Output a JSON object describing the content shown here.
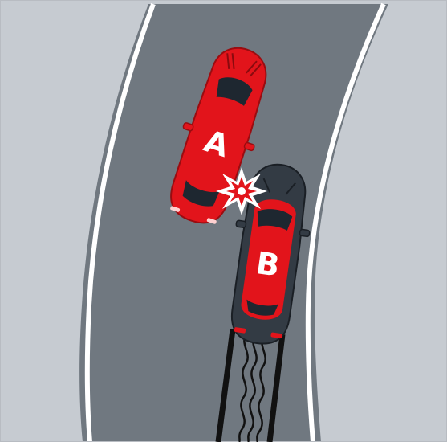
{
  "scene": {
    "description_type": "crash-diagram",
    "colors": {
      "verge": "#c6cbd1",
      "road": "#707880",
      "edge_line": "#ffffff",
      "car_a_body": "#e2141b",
      "car_b_body": "#333b44",
      "car_b_accent": "#e2141b",
      "glass": "#1e2730",
      "impact_flash": "#e2141b",
      "skid_marks": "#111111",
      "letter": "#ffffff"
    },
    "vehicles": [
      {
        "id": "car-a",
        "label": "A",
        "icon": "red-car-icon"
      },
      {
        "id": "car-b",
        "label": "B",
        "icon": "dark-car-icon"
      }
    ],
    "impact": {
      "icon": "collision-star-icon"
    },
    "skid": {
      "icon": "skid-marks-icon"
    }
  }
}
